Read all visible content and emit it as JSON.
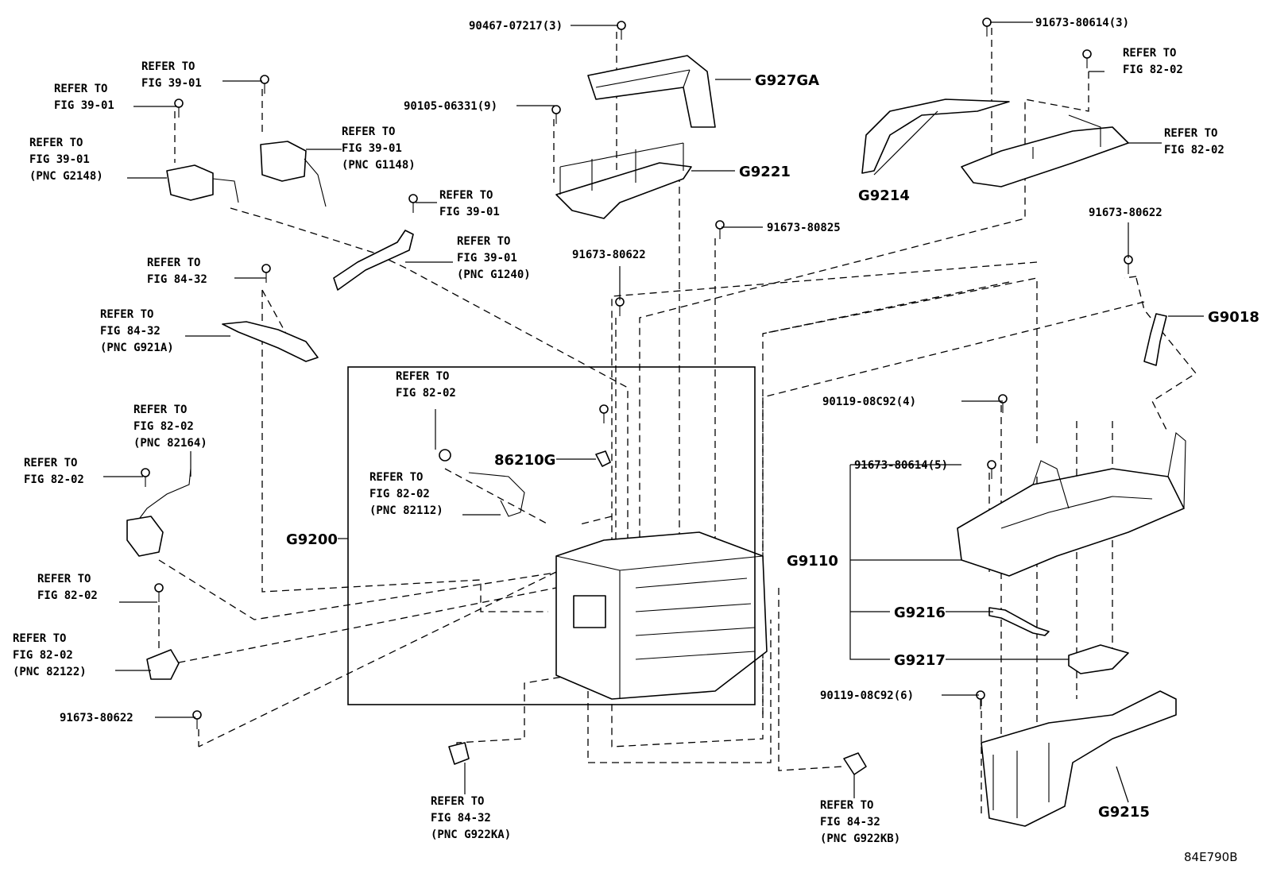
{
  "diagram": {
    "callouts": {
      "c_90467": "90467-07217(3)",
      "c_g927ga": "G927GA",
      "c_90105": "90105-06331(9)",
      "c_g9221": "G9221",
      "c_91673_80825": "91673-80825",
      "c_91673_80622_mid": "91673-80622",
      "c_91673_80614_3": "91673-80614(3)",
      "c_g9214": "G9214",
      "c_91673_80622_r": "91673-80622",
      "c_g9018": "G9018",
      "c_90119_4": "90119-08C92(4)",
      "c_91673_80614_5": "91673-80614(5)",
      "c_g9110": "G9110",
      "c_g9216": "G9216",
      "c_g9217": "G9217",
      "c_90119_6": "90119-08C92(6)",
      "c_g9215": "G9215",
      "c_86210g": "86210G",
      "c_g9200": "G9200",
      "c_91673_80622_l": "91673-80622"
    },
    "refs": {
      "r1": [
        "REFER TO",
        "FIG 39-01"
      ],
      "r2": [
        "REFER TO",
        "FIG 39-01"
      ],
      "r3": [
        "REFER TO",
        "FIG 39-01",
        "(PNC G2148)"
      ],
      "r4": [
        "REFER TO",
        "FIG 39-01",
        "(PNC G1148)"
      ],
      "r5": [
        "REFER TO",
        "FIG 39-01"
      ],
      "r6": [
        "REFER TO",
        "FIG 39-01",
        "(PNC G1240)"
      ],
      "r7": [
        "REFER TO",
        "FIG 84-32"
      ],
      "r8": [
        "REFER TO",
        "FIG 84-32",
        "(PNC G921A)"
      ],
      "r9": [
        "REFER TO",
        "FIG 82-02"
      ],
      "r10": [
        "REFER TO",
        "FIG 82-02",
        "(PNC 82112)"
      ],
      "r11": [
        "REFER TO",
        "FIG 82-02",
        "(PNC 82164)"
      ],
      "r12": [
        "REFER TO",
        "FIG 82-02"
      ],
      "r13": [
        "REFER TO",
        "FIG 82-02"
      ],
      "r14": [
        "REFER TO",
        "FIG 82-02",
        "(PNC 82122)"
      ],
      "r15": [
        "REFER TO",
        "FIG 84-32",
        "(PNC G922KA)"
      ],
      "r16": [
        "REFER TO",
        "FIG 84-32",
        "(PNC G922KB)"
      ],
      "r17": [
        "REFER TO",
        "FIG 82-02"
      ],
      "r18": [
        "REFER TO",
        "FIG 82-02"
      ]
    },
    "figure_id": "84E790B"
  }
}
